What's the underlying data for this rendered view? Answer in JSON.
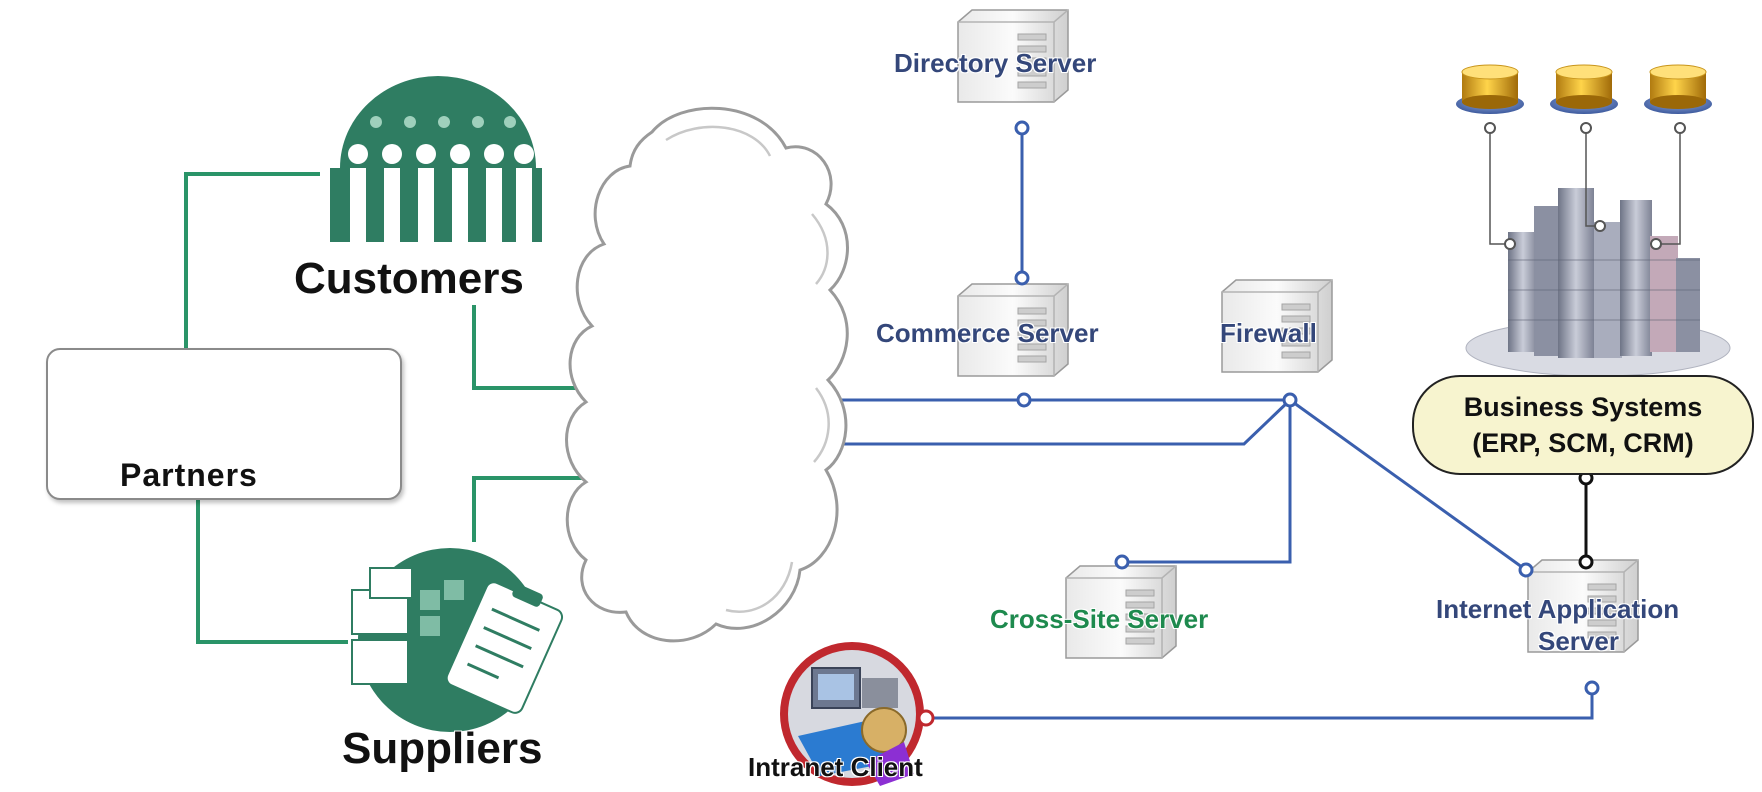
{
  "labels": {
    "customers": "Customers",
    "partners": "Partners",
    "suppliers": "Suppliers",
    "directory_server": "Directory Server",
    "commerce_server": "Commerce Server",
    "firewall": "Firewall",
    "cross_site_server": "Cross-Site Server",
    "internet_application_server_line1": "Internet Application",
    "internet_application_server_line2": "Server",
    "intranet_client": "Intranet Client",
    "business_systems_line1": "Business Systems",
    "business_systems_line2": "(ERP, SCM, CRM)"
  },
  "colors": {
    "partner_links": "#2a9468",
    "network_links": "#3a5fae",
    "business_link": "#111111",
    "intranet_link_node": "#c0282e",
    "brand_green": "#2f7d62"
  },
  "icons": {
    "customers": "customers-group-icon",
    "partners": "handshake-icon",
    "suppliers": "supplier-documents-icon",
    "cloud": "internet-cloud-icon",
    "servers": "server-tower-icon",
    "databases": "database-cylinder-icon",
    "business": "city-buildings-icon",
    "intranet": "workstation-icon"
  }
}
